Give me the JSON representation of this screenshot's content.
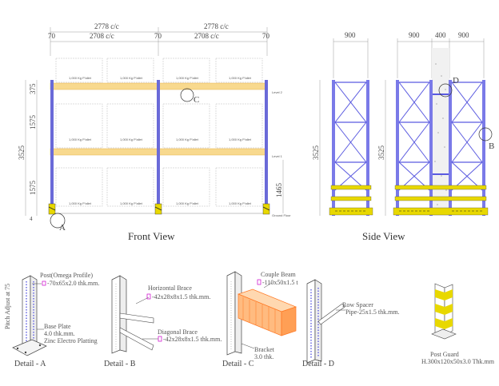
{
  "front_view": {
    "dims_top": {
      "cc_left": "2778 c/c",
      "cc_right": "2778 c/c",
      "post_a": "70",
      "clear_left": "2708 c/c",
      "post_b": "70",
      "clear_right": "2708 c/c",
      "post_c": "70"
    },
    "dims_left": {
      "top": "375",
      "upper": "1575",
      "total": "3525",
      "lower": "1575",
      "bottom": "4"
    },
    "dims_right": {
      "d1465": "1465",
      "level2": "Level 2",
      "level1": "Level 1",
      "ground": "Ground Floor"
    },
    "pallet_label": "1,000 Kg P'allet",
    "callout_a": "A",
    "callout_c": "C",
    "title": "Front  View"
  },
  "side_view": {
    "dims_top_left": "900",
    "dims_top_right": [
      "900",
      "400",
      "900"
    ],
    "dims_left_1": "3525",
    "dims_left_2": "3525",
    "callout_d": "D",
    "callout_b": "B",
    "title": "Side  View"
  },
  "details": {
    "a": {
      "post_label": "Post(Omega Profile)",
      "post_spec": "-70x65x2.0 thk.mm.",
      "pitch_label": "Pitch Adjust at 75",
      "base_label": "Base Plate",
      "base_spec1": "4.0 thk.mm.",
      "base_spec2": "Zinc Electro Platting",
      "title": "Detail - A"
    },
    "b": {
      "hbrace_label": "Horizontal  Brace",
      "hbrace_spec": "-42x28x8x1.5 thk.mm.",
      "dbrace_label": "Diagonal  Brace",
      "dbrace_spec": "-42x28x8x1.5 thk.mm.",
      "title": "Detail - B"
    },
    "c": {
      "beam_label": "Couple Beam",
      "beam_spec": "-110x50x1.5 t",
      "bracket_label": "Bracket",
      "bracket_spec": "3.0 thk.",
      "title": "Detail - C"
    },
    "d": {
      "spacer_label": "Row  Spacer",
      "spacer_spec": "Pipe-25x1.5 thk.mm.",
      "title": "Detail - D"
    },
    "guard": {
      "label": "Post  Guard",
      "spec": "H.300x120x50x3.0 Thk.mm"
    }
  },
  "colors": {
    "upright": "#5555dd",
    "beam": "#f5c04a",
    "guard": "#e8d800",
    "bracket": "#ff8833",
    "brace": "#5a5ae0"
  }
}
